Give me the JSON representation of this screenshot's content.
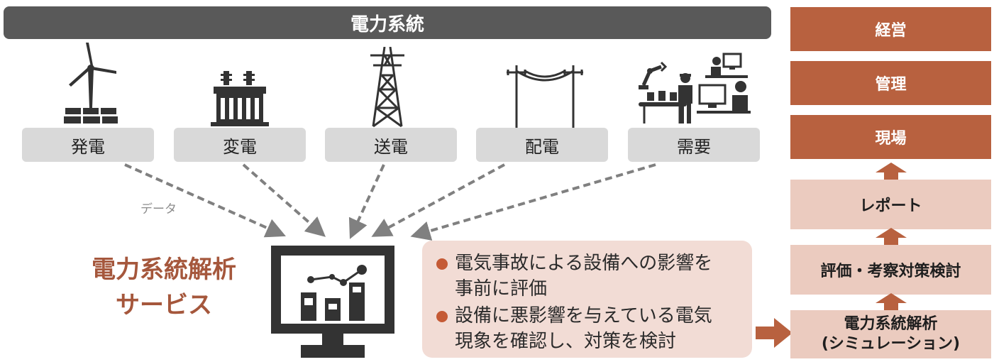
{
  "banner": {
    "title": "電力系統"
  },
  "categories": [
    {
      "label": "発電",
      "icon": "wind-turbine-icon"
    },
    {
      "label": "変電",
      "icon": "transformer-icon"
    },
    {
      "label": "送電",
      "icon": "transmission-tower-icon"
    },
    {
      "label": "配電",
      "icon": "utility-pole-icon"
    },
    {
      "label": "需要",
      "icon": "factory-users-icon"
    }
  ],
  "data_label": "データ",
  "service": {
    "line1": "電力系統解析",
    "line2": "サービス"
  },
  "info": {
    "bullets": [
      {
        "line1": "電気事故による設備への影響を",
        "line2": "事前に評価"
      },
      {
        "line1": "設備に悪影響を与えている電気",
        "line2": "現象を確認し、対策を検討"
      }
    ]
  },
  "right_column": {
    "management": "経営",
    "control": "管理",
    "field": "現場",
    "report": "レポート",
    "evaluation": "評価・考察対策検討",
    "analysis_line1": "電力系統解析",
    "analysis_line2": "(シミュレーション)"
  },
  "colors": {
    "banner": "#595959",
    "category_box": "#d9d9d9",
    "accent_dark": "#b8613f",
    "accent_light": "#ebcbbf",
    "info_bg": "#f2dcd5",
    "service_title": "#a5573c",
    "bullet_dot": "#c55a35"
  }
}
